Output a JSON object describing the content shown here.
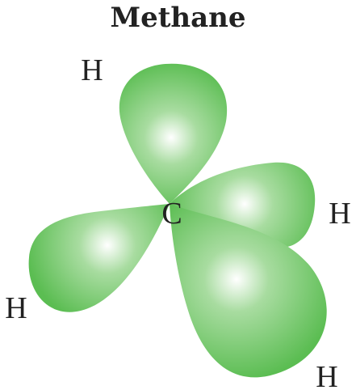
{
  "title": "Methane",
  "colors": {
    "lobe_edge": "#5bbd52",
    "lobe_mid": "#8bd07f",
    "lobe_highlight": "#ffffff",
    "text": "#222222"
  },
  "atoms": {
    "center": "C",
    "hydrogens": [
      "H",
      "H",
      "H",
      "H"
    ]
  }
}
